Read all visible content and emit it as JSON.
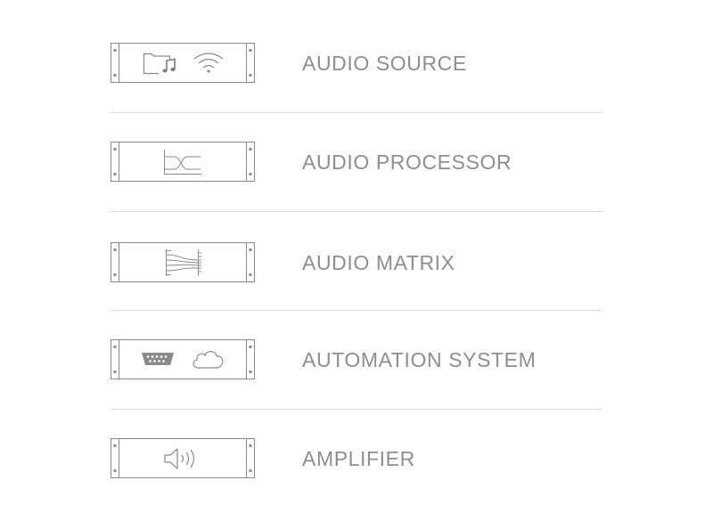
{
  "rows": [
    {
      "label": "AUDIO SOURCE",
      "icons": [
        "music-folder-icon",
        "wifi-icon"
      ]
    },
    {
      "label": "AUDIO PROCESSOR",
      "icons": [
        "crossover-filter-icon"
      ]
    },
    {
      "label": "AUDIO MATRIX",
      "icons": [
        "routing-matrix-icon"
      ]
    },
    {
      "label": "AUTOMATION SYSTEM",
      "icons": [
        "serial-port-icon",
        "cloud-icon"
      ]
    },
    {
      "label": "AMPLIFIER",
      "icons": [
        "speaker-icon"
      ]
    }
  ],
  "colors": {
    "stroke": "#8a8a8a",
    "text": "#8e8e8e",
    "divider": "#dcdcdc"
  }
}
